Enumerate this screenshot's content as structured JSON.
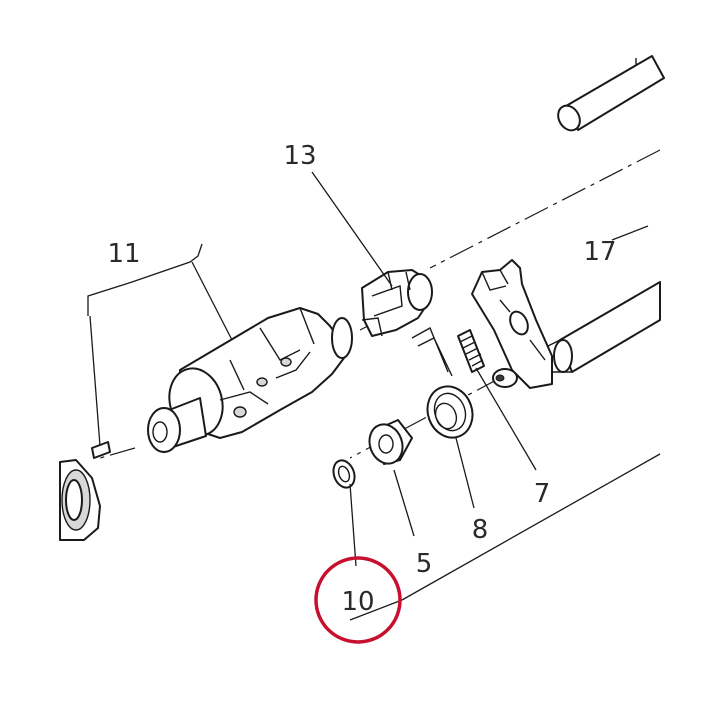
{
  "labels": {
    "part_13": "13",
    "part_11": "11",
    "part_17": "17",
    "part_7": "7",
    "part_8": "8",
    "part_5": "5",
    "part_10": "10"
  },
  "highlight": {
    "target_label": "10",
    "color": "#c8102e"
  }
}
